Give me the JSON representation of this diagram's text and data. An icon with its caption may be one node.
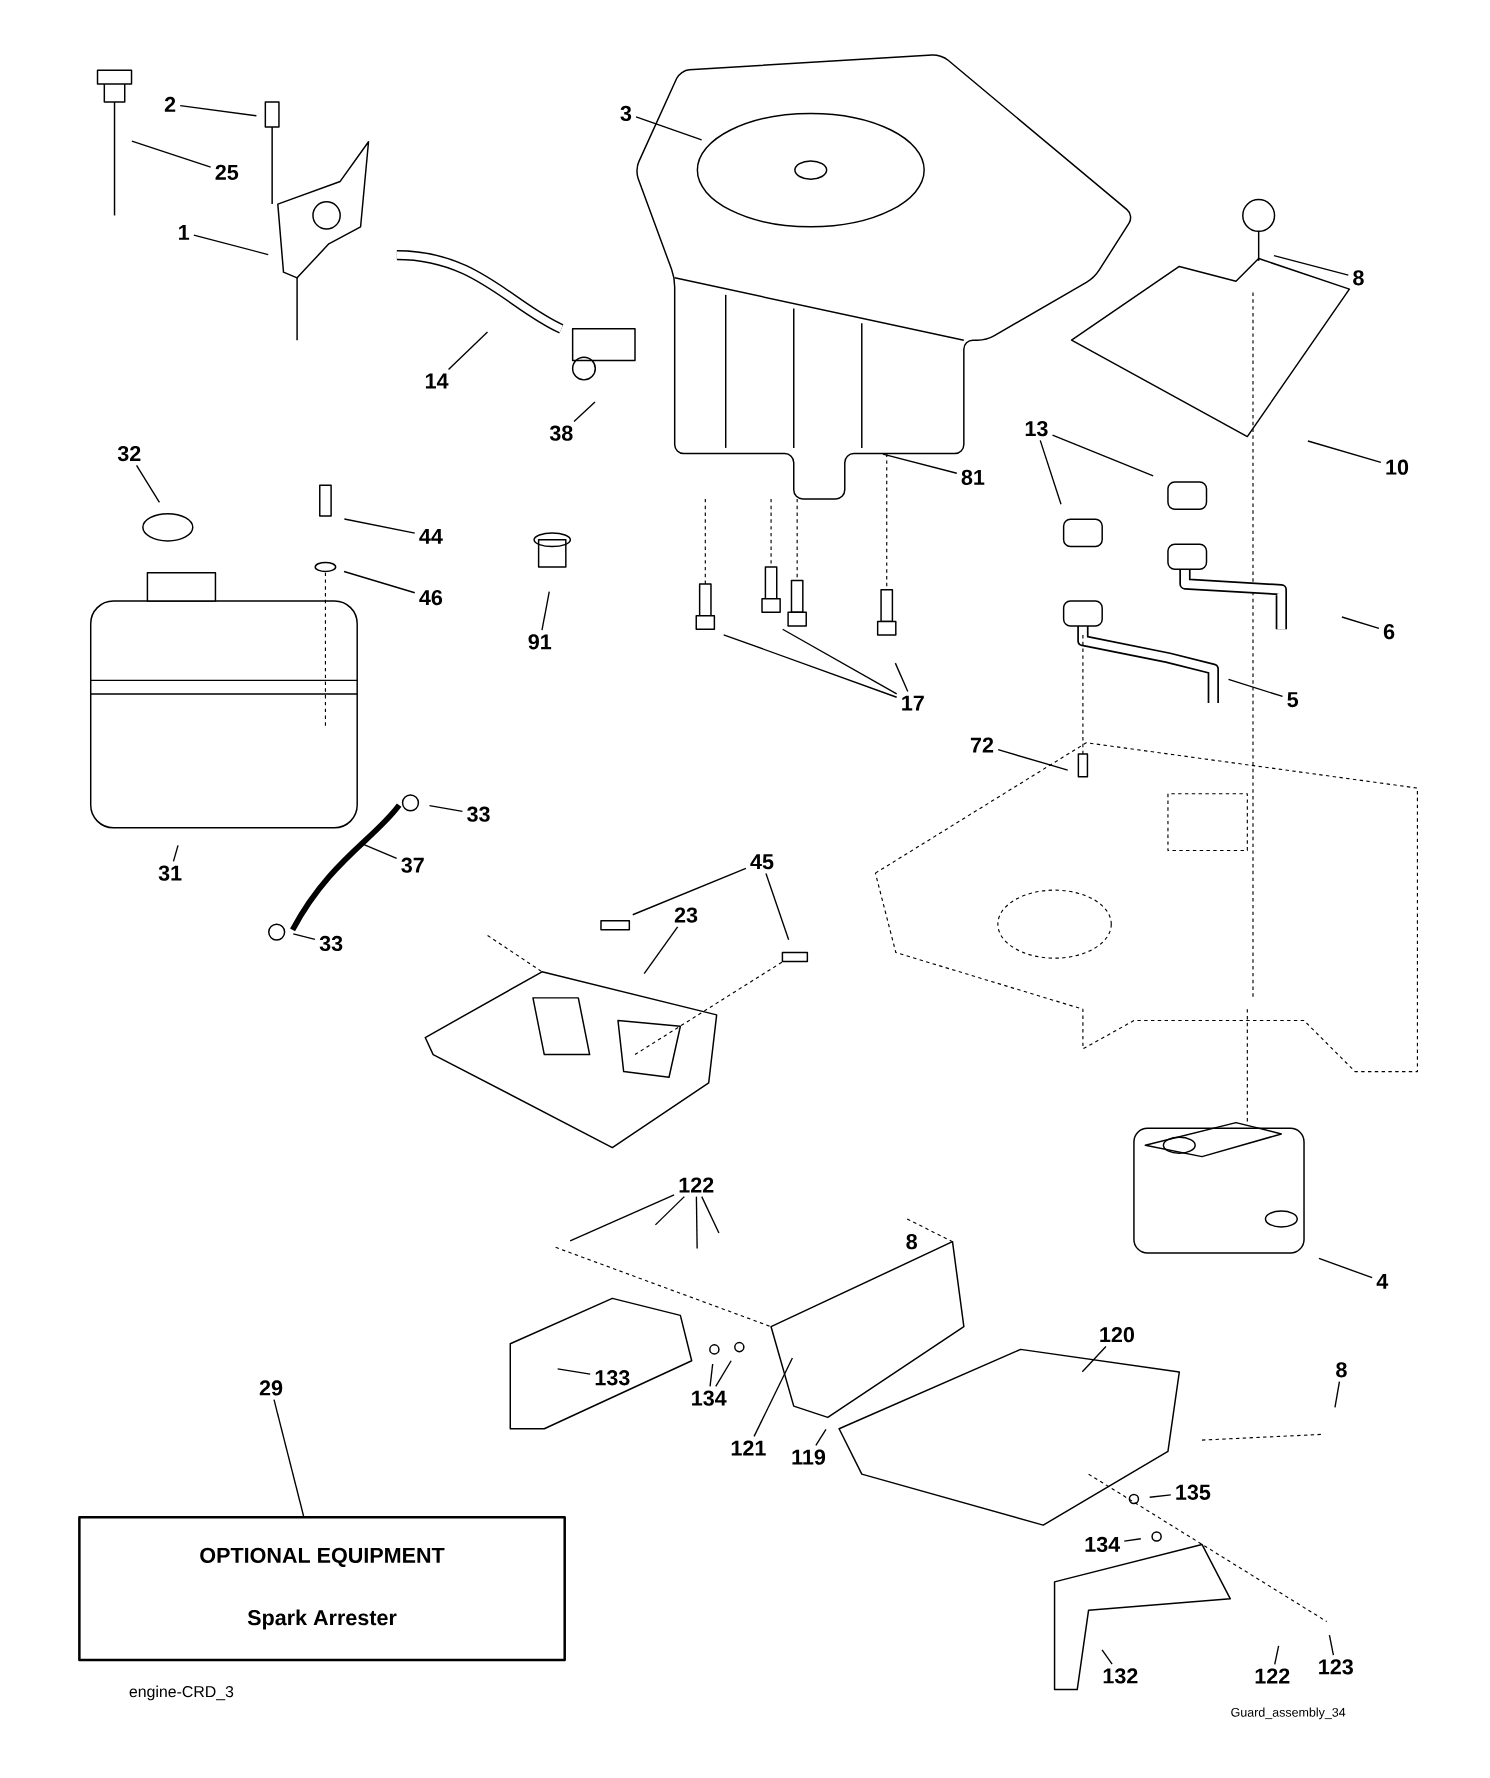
{
  "diagram": {
    "nodes": [
      {
        "text": [
          "2"
        ]
      },
      {
        "text": [
          "25"
        ]
      },
      {
        "text": [
          "1"
        ]
      },
      {
        "text": [
          "3"
        ]
      },
      {
        "text": [
          "8"
        ]
      },
      {
        "text": [
          "14"
        ]
      },
      {
        "text": [
          "38"
        ]
      },
      {
        "text": [
          "13"
        ]
      },
      {
        "text": [
          "10"
        ]
      },
      {
        "text": [
          "81"
        ]
      },
      {
        "text": [
          "32"
        ]
      },
      {
        "text": [
          "44"
        ]
      },
      {
        "text": [
          "46"
        ]
      },
      {
        "text": [
          "91"
        ]
      },
      {
        "text": [
          "6"
        ]
      },
      {
        "text": [
          "17"
        ]
      },
      {
        "text": [
          "5"
        ]
      },
      {
        "text": [
          "72"
        ]
      },
      {
        "text": [
          "33"
        ]
      },
      {
        "text": [
          "37"
        ]
      },
      {
        "text": [
          "31"
        ]
      },
      {
        "text": [
          "45"
        ]
      },
      {
        "text": [
          "23"
        ]
      },
      {
        "text": [
          "33"
        ]
      },
      {
        "text": [
          "122"
        ]
      },
      {
        "text": [
          "4"
        ]
      },
      {
        "text": [
          "120"
        ]
      },
      {
        "text": [
          "8"
        ]
      },
      {
        "text": [
          "133"
        ]
      },
      {
        "text": [
          "134"
        ]
      },
      {
        "text": [
          "29"
        ]
      },
      {
        "text": [
          "121"
        ]
      },
      {
        "text": [
          "119"
        ]
      },
      {
        "text": [
          "135"
        ]
      },
      {
        "text": [
          "134"
        ]
      },
      {
        "text": [
          "OPTIONAL EQUIPMENT",
          "Spark Arrester"
        ]
      },
      {
        "text": [
          "132"
        ]
      },
      {
        "text": [
          "122"
        ]
      },
      {
        "text": [
          "123"
        ]
      }
    ],
    "edges": [
      {
        "from": 0,
        "to": null,
        "arrow": "none"
      },
      {
        "from": 1,
        "to": null,
        "arrow": "none"
      },
      {
        "from": 2,
        "to": null,
        "arrow": "none"
      },
      {
        "from": 3,
        "to": null,
        "arrow": "none"
      },
      {
        "from": 4,
        "to": null,
        "arrow": "none"
      },
      {
        "from": 5,
        "to": null,
        "arrow": "none"
      },
      {
        "from": 6,
        "to": null,
        "arrow": "none"
      },
      {
        "from": 7,
        "to": null,
        "arrow": "none"
      },
      {
        "from": 7,
        "to": null,
        "arrow": "none"
      },
      {
        "from": 8,
        "to": null,
        "arrow": "none"
      },
      {
        "from": 9,
        "to": null,
        "arrow": "none"
      },
      {
        "from": 10,
        "to": null,
        "arrow": "none"
      },
      {
        "from": 11,
        "to": null,
        "arrow": "none"
      },
      {
        "from": 12,
        "to": null,
        "arrow": "none"
      },
      {
        "from": 13,
        "to": null,
        "arrow": "none"
      },
      {
        "from": 14,
        "to": null,
        "arrow": "none"
      },
      {
        "from": 15,
        "to": null,
        "arrow": "none"
      },
      {
        "from": 15,
        "to": null,
        "arrow": "none"
      },
      {
        "from": 15,
        "to": null,
        "arrow": "none"
      },
      {
        "from": 16,
        "to": null,
        "arrow": "none"
      },
      {
        "from": 17,
        "to": null,
        "arrow": "none"
      },
      {
        "from": 18,
        "to": null,
        "arrow": "none"
      },
      {
        "from": 19,
        "to": null,
        "arrow": "none"
      },
      {
        "from": 20,
        "to": null,
        "arrow": "none"
      },
      {
        "from": 21,
        "to": null,
        "arrow": "none"
      },
      {
        "from": 21,
        "to": null,
        "arrow": "none"
      },
      {
        "from": 22,
        "to": null,
        "arrow": "none"
      },
      {
        "from": 23,
        "to": null,
        "arrow": "none"
      },
      {
        "from": 24,
        "to": null,
        "arrow": "none"
      },
      {
        "from": 24,
        "to": null,
        "arrow": "none"
      },
      {
        "from": 24,
        "to": null,
        "arrow": "none"
      },
      {
        "from": 24,
        "to": null,
        "arrow": "none"
      },
      {
        "from": 25,
        "to": null,
        "arrow": "none"
      },
      {
        "from": 26,
        "to": null,
        "arrow": "none"
      },
      {
        "from": 27,
        "to": null,
        "arrow": "none"
      },
      {
        "from": 28,
        "to": null,
        "arrow": "none"
      },
      {
        "from": 29,
        "to": null,
        "arrow": "none"
      },
      {
        "from": 29,
        "to": null,
        "arrow": "none"
      },
      {
        "from": 30,
        "to": 35,
        "arrow": "none"
      },
      {
        "from": 31,
        "to": null,
        "arrow": "none"
      },
      {
        "from": 32,
        "to": null,
        "arrow": "none"
      },
      {
        "from": 33,
        "to": null,
        "arrow": "none"
      },
      {
        "from": 34,
        "to": null,
        "arrow": "none"
      },
      {
        "from": 36,
        "to": null,
        "arrow": "none"
      },
      {
        "from": 37,
        "to": null,
        "arrow": "none"
      },
      {
        "from": 38,
        "to": null,
        "arrow": "none"
      }
    ],
    "labels": [
      "8",
      "engine-CRD_3",
      "Guard_assembly_34"
    ]
  }
}
